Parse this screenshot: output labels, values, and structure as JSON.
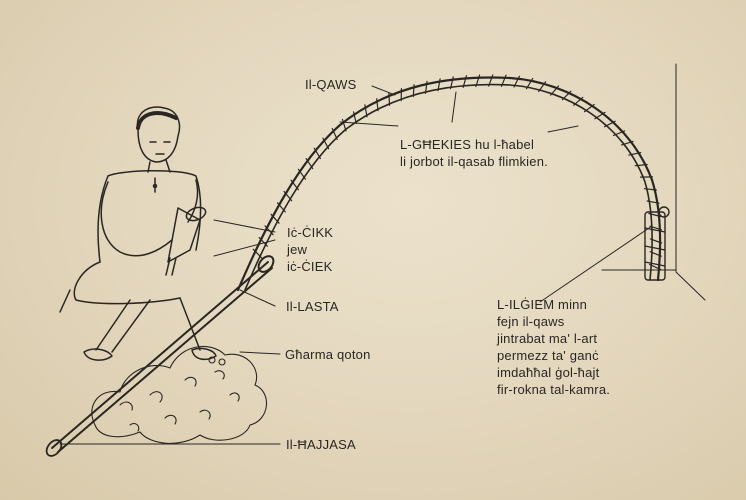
{
  "labels": {
    "bow": "Il-QAWS",
    "wrapping": [
      "L-GĦEKIES hu l-ħabel",
      "li jorbot il-qasab flimkien."
    ],
    "handle": [
      "Iċ-ĊIKK",
      "jew",
      "iċ-ĊIEK"
    ],
    "rod": "Il-LASTA",
    "cotton": "Għarma qoton",
    "mallet": "Il-ĦAJJASA",
    "anchor": [
      "L-ILĠIEM minn",
      "fejn il-qaws",
      "jintrabat ma' l-art",
      "permezz ta' ganċ",
      "imdaħħal ġol-ħajt",
      "fir-rokna tal-kamra."
    ]
  },
  "colors": {
    "paper": "#e6dbc3",
    "ink": "#2a2622"
  },
  "illustration": "man-seated-with-cotton-carding-bow"
}
